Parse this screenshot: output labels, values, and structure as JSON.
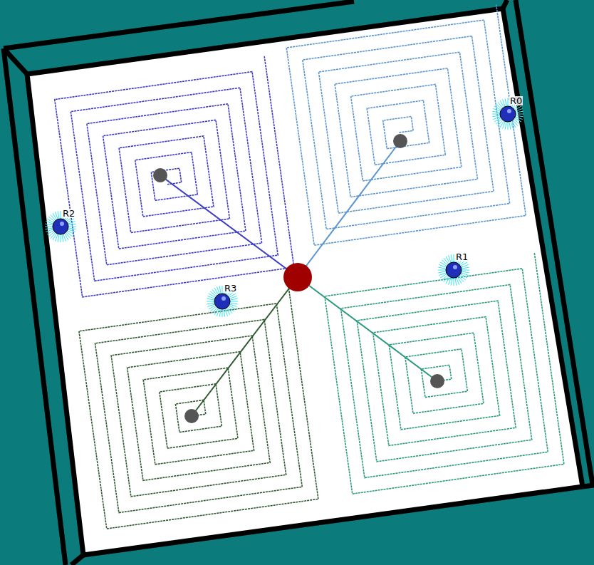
{
  "diagram": {
    "labels": [
      "R0",
      "R1",
      "R2",
      "R3"
    ]
  }
}
